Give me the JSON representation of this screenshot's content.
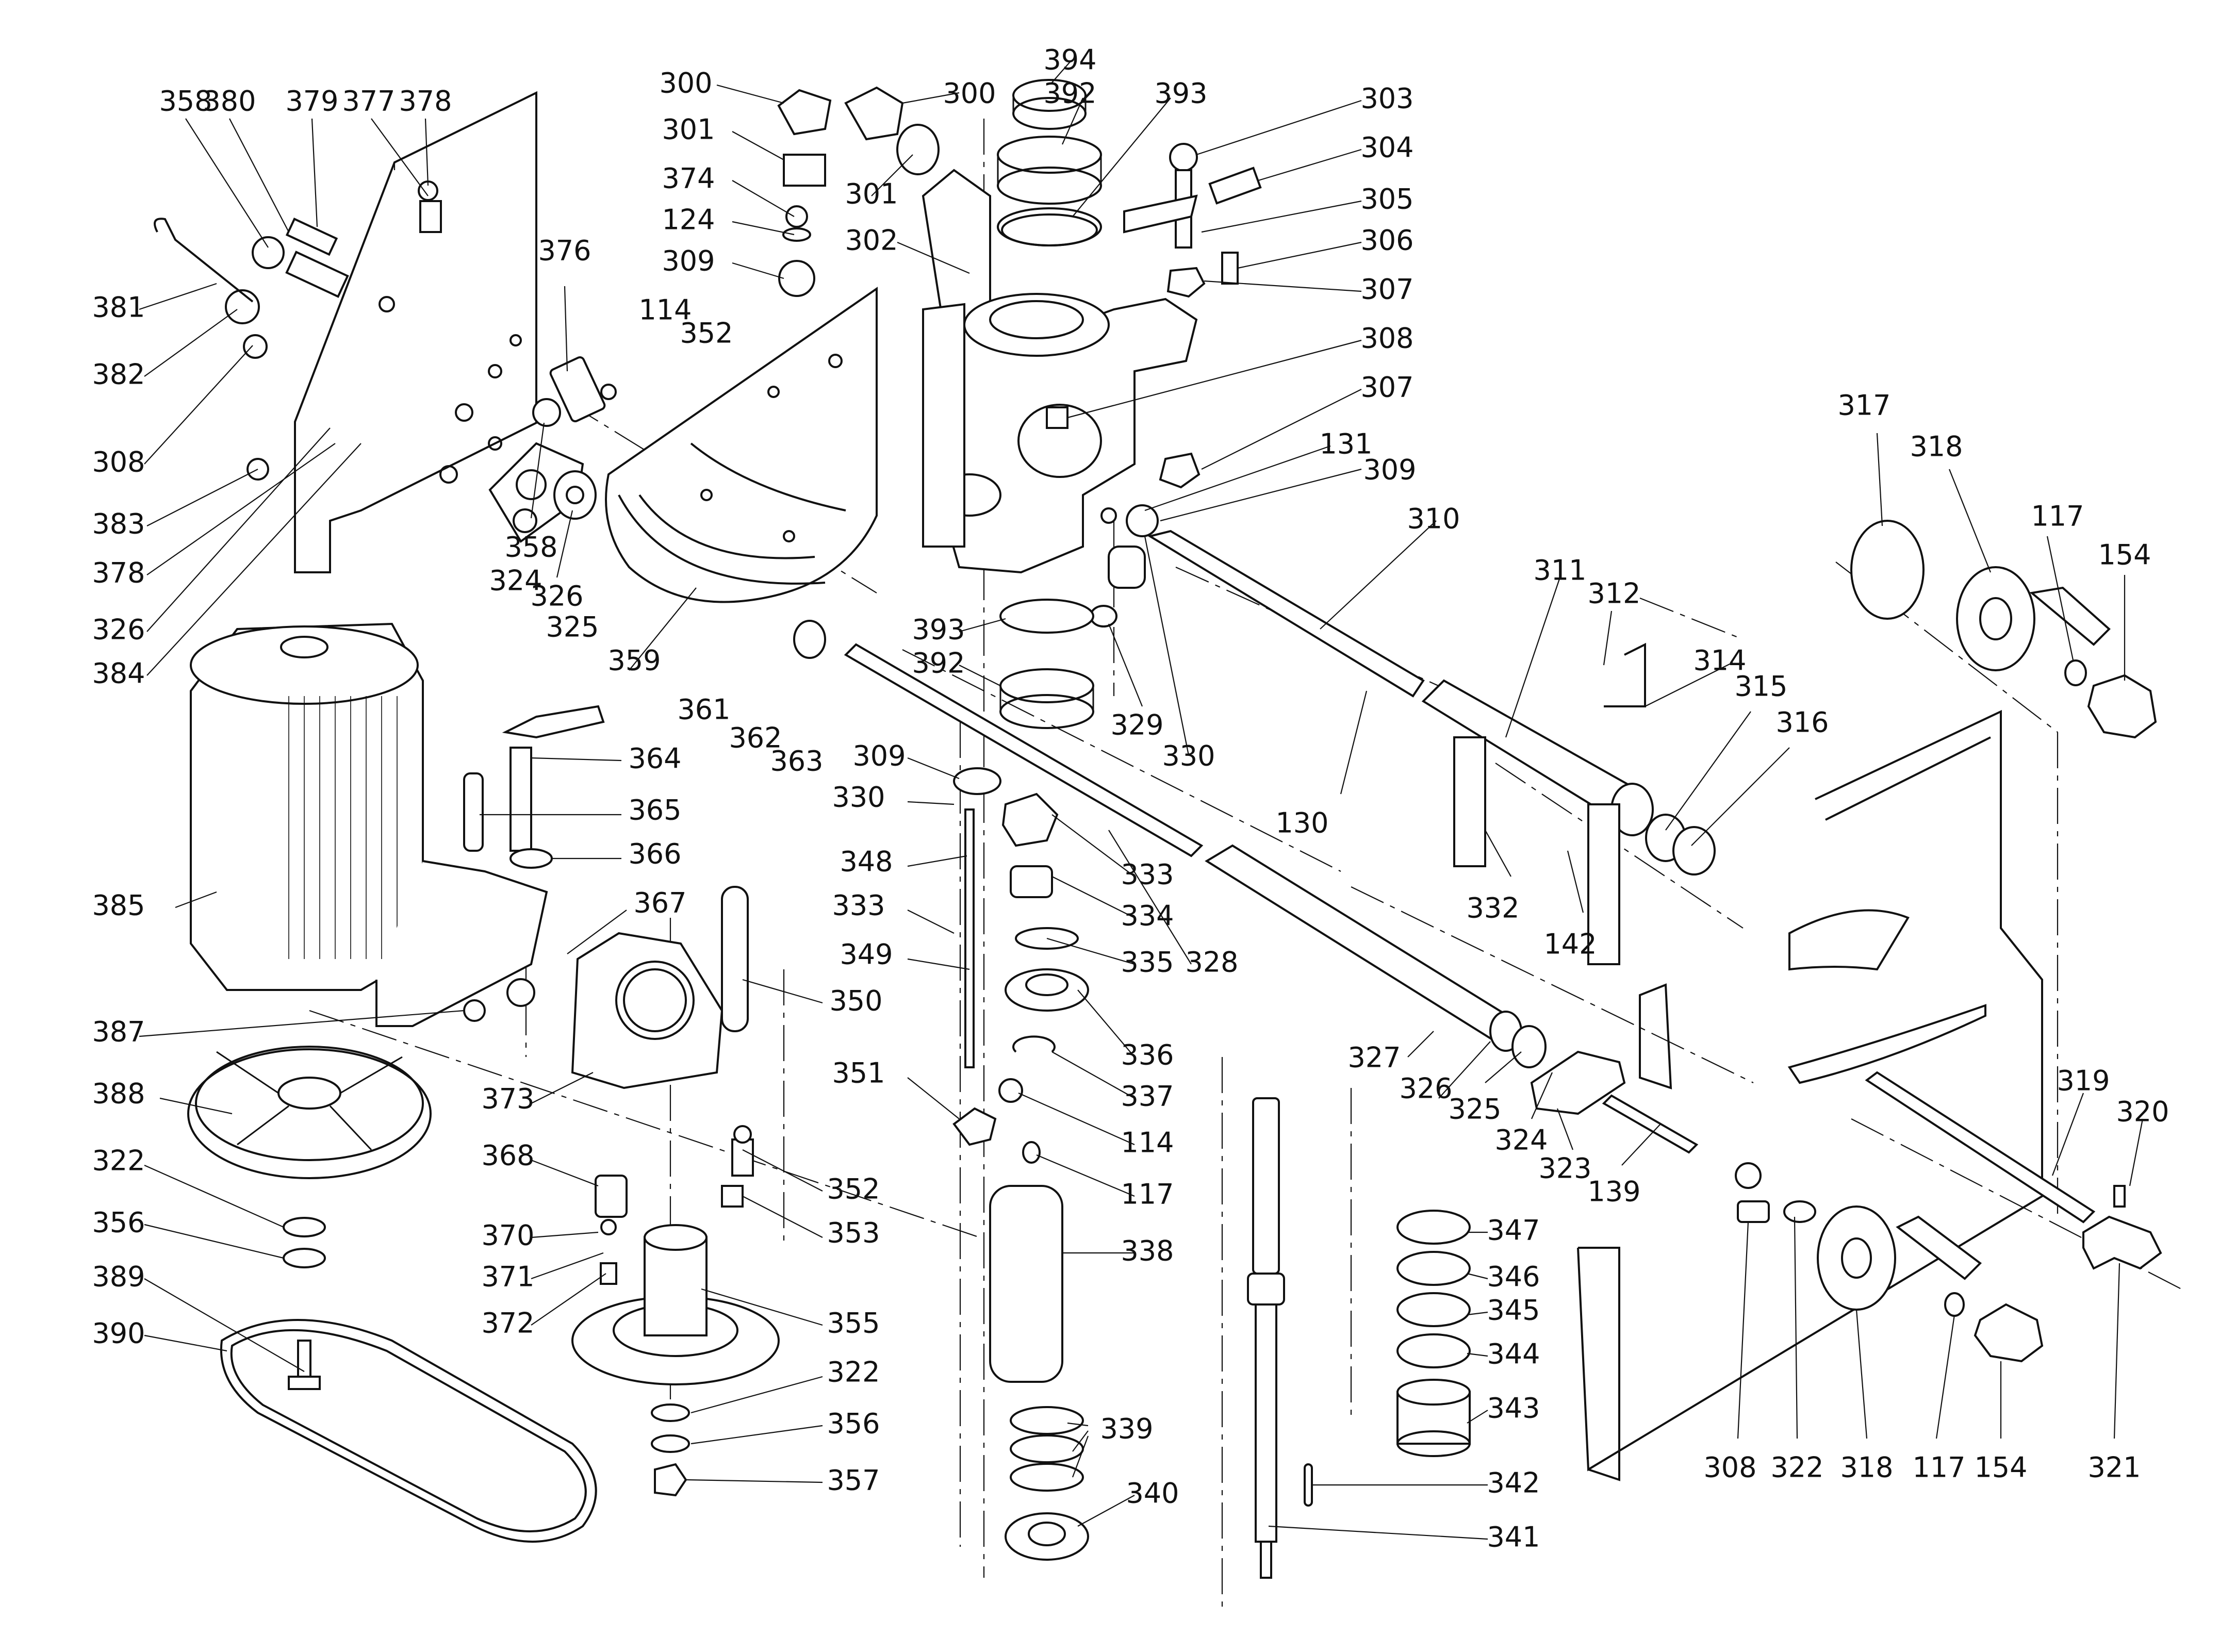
{
  "labels": [
    "358",
    "380",
    "379",
    "377",
    "378",
    "381",
    "382",
    "308",
    "383",
    "378",
    "326",
    "384",
    "376",
    "358",
    "324",
    "326",
    "325",
    "359",
    "300",
    "300",
    "301",
    "301",
    "374",
    "124",
    "309",
    "302",
    "114",
    "352",
    "394",
    "392",
    "393",
    "303",
    "304",
    "305",
    "306",
    "307",
    "308",
    "307",
    "131",
    "309",
    "393",
    "392",
    "361",
    "362",
    "363",
    "329",
    "330",
    "310",
    "311",
    "312",
    "314",
    "315",
    "316",
    "317",
    "318",
    "117",
    "154",
    "130",
    "332",
    "142",
    "327",
    "326",
    "325",
    "324",
    "323",
    "139",
    "319",
    "320",
    "308",
    "322",
    "318",
    "117",
    "154",
    "321",
    "385",
    "364",
    "365",
    "366",
    "367",
    "387",
    "388",
    "373",
    "368",
    "370",
    "371",
    "372",
    "322",
    "356",
    "389",
    "390",
    "350",
    "352",
    "353",
    "355",
    "322",
    "356",
    "357",
    "309",
    "330",
    "348",
    "333",
    "333",
    "334",
    "335",
    "328",
    "349",
    "336",
    "337",
    "351",
    "114",
    "117",
    "338",
    "339",
    "340",
    "347",
    "346",
    "345",
    "344",
    "343",
    "342",
    "341"
  ]
}
